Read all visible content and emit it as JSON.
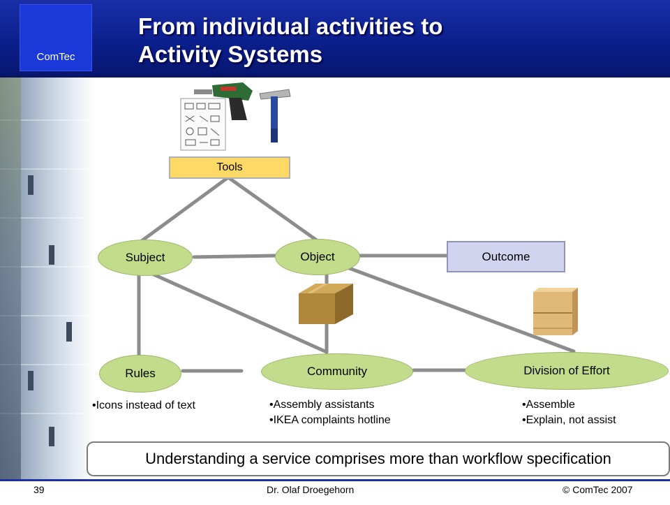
{
  "logo": {
    "label": "ComTec"
  },
  "title": {
    "line1": "From individual activities to",
    "line2": "Activity Systems"
  },
  "diagram": {
    "tools": "Tools",
    "subject": "Subject",
    "object": "Object",
    "outcome": "Outcome",
    "rules": "Rules",
    "community": "Community",
    "division": "Division of Effort"
  },
  "bullets": {
    "rules": [
      "Icons instead of text"
    ],
    "community": [
      "Assembly assistants",
      "IKEA complaints hotline"
    ],
    "division": [
      "Assemble",
      "Explain, not assist"
    ]
  },
  "banner": "Understanding a service comprises more than workflow specification",
  "footer": {
    "page": "39",
    "author": "Dr. Olaf Droegehorn",
    "copyright": "© ComTec 2007"
  },
  "icons": {
    "manual": "assembly-manual-icon",
    "drill": "screwdriver-icon",
    "hammer": "hammer-icon",
    "box": "cardboard-box-icon",
    "cabinet": "drawer-cabinet-icon"
  }
}
